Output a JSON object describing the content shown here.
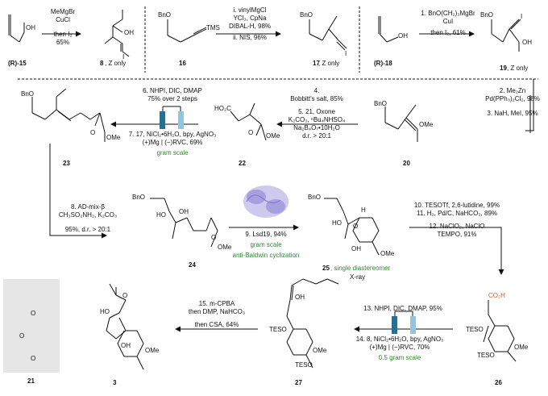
{
  "compounds": {
    "r15": "(R)-15",
    "c8": "8",
    "c8_note": ", Z only",
    "c16": "16",
    "c17": "17",
    "c17_note": ", Z only",
    "r18": "(R)-18",
    "c19": "19",
    "c19_note": ", Z only",
    "c23": "23",
    "c22": "22",
    "c20": "20",
    "c24": "24",
    "c25": "25",
    "c25_note": ", single diastereomer",
    "c25_xray": "X-ray",
    "c26": "26",
    "c27": "27",
    "c3": "3",
    "c21": "21"
  },
  "atoms": {
    "oh": "OH",
    "o": "O",
    "i": "I",
    "bno": "BnO",
    "tms": "TMS",
    "ome": "OMe",
    "ho": "HO",
    "ho2c": "HO₂C",
    "co2h": "CO₂H",
    "teso": "TESO",
    "h": "H"
  },
  "r1": {
    "l1": "MeMgBr",
    "l2": "CuCl",
    "l3": "then I₂",
    "l4": "65%"
  },
  "r2": {
    "l1": "i. vinylMgCl",
    "l2": "YCl₃, CpNa",
    "l3": "DIBAL-H, 98%",
    "l4": "ii. NIS, 96%"
  },
  "r3": {
    "l1": "1. BnO(CH₂)₃MgBr",
    "l2": "CuI",
    "l3": "then I₂, 61%"
  },
  "r_right": {
    "l1": "2. Me₂Zn",
    "l2": "Pd(PPh₃)₂Cl₂, 98%",
    "l3": "3. NaH, MeI, 95%"
  },
  "r4_5": {
    "l1": "4.",
    "l2": "Bobbitt's salt, 85%",
    "l3": "5. 21, Oxone",
    "l4": "K₂CO₃, ⁿBu₄NHSO₄",
    "l5": "Na₂B₄O₇•10H₂O",
    "l6": "d.r. > 20:1"
  },
  "r6_7": {
    "l1": "6. NHPI, DIC, DMAP",
    "l2": "75% over 2 steps",
    "l3": "7. 17, NiCl₂•6H₂O, bpy, AgNO₃",
    "l4": "(+)Mg | (−)RVC, 69%",
    "l5": "gram scale"
  },
  "r8": {
    "l1": "8. AD-mix-β",
    "l2": "CH₃SO₂NH₂, K₂CO₃",
    "l3": "95%, d.r. > 20:1"
  },
  "r9": {
    "l1": "9. Lsd19, 94%",
    "l2": "gram scale",
    "l3": "anti-Baldwin cyclization"
  },
  "r10_12": {
    "l1": "10. TESOTf, 2,6-lutidine, 99%",
    "l2": "11. H₂, Pd/C, NaHCO₃, 89%",
    "l3": "12. NaClO₂, NaClO",
    "l4": "TEMPO, 91%"
  },
  "r13_14": {
    "l1": "13. NHPI, DIC, DMAP, 95%",
    "l2": "14. 8, NiCl₂•6H₂O, bpy, AgNO₃",
    "l3": "(+)Mg | (−)RVC, 70%",
    "l4": "0.5 gram scale"
  },
  "r15": {
    "l1": "15. m-CPBA",
    "l2": "then DMP, NaHCO₃",
    "l3": "then CSA, 64%"
  },
  "colors": {
    "green": "#2e8b2e",
    "orange": "#d9621f",
    "electrode_dark": "#2c6e8f",
    "electrode_light": "#8fc6e0",
    "protein": "#b9b3e6",
    "box21": "#e6e6e6"
  }
}
